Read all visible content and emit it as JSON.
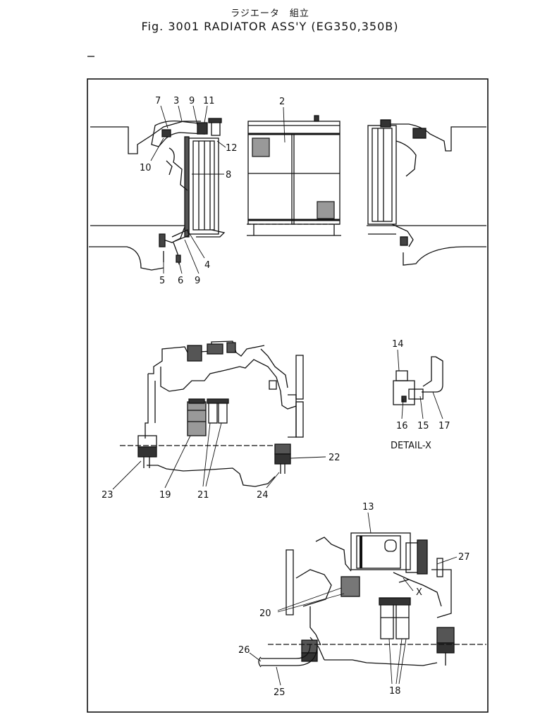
{
  "header": {
    "title_jp": "ラジエータ　組立",
    "title_en": "Fig. 3001   RADIATOR  ASS'Y  (EG350,350B)"
  },
  "callouts": [
    "7",
    "3",
    "9",
    "11",
    "2",
    "12",
    "10",
    "8",
    "4",
    "5",
    "6",
    "9",
    "14",
    "16",
    "15",
    "17",
    "22",
    "23",
    "19",
    "21",
    "24",
    "13",
    "27",
    "20",
    "26",
    "25",
    "18"
  ],
  "detail_label": "DETAIL-X",
  "view_marker": "X"
}
